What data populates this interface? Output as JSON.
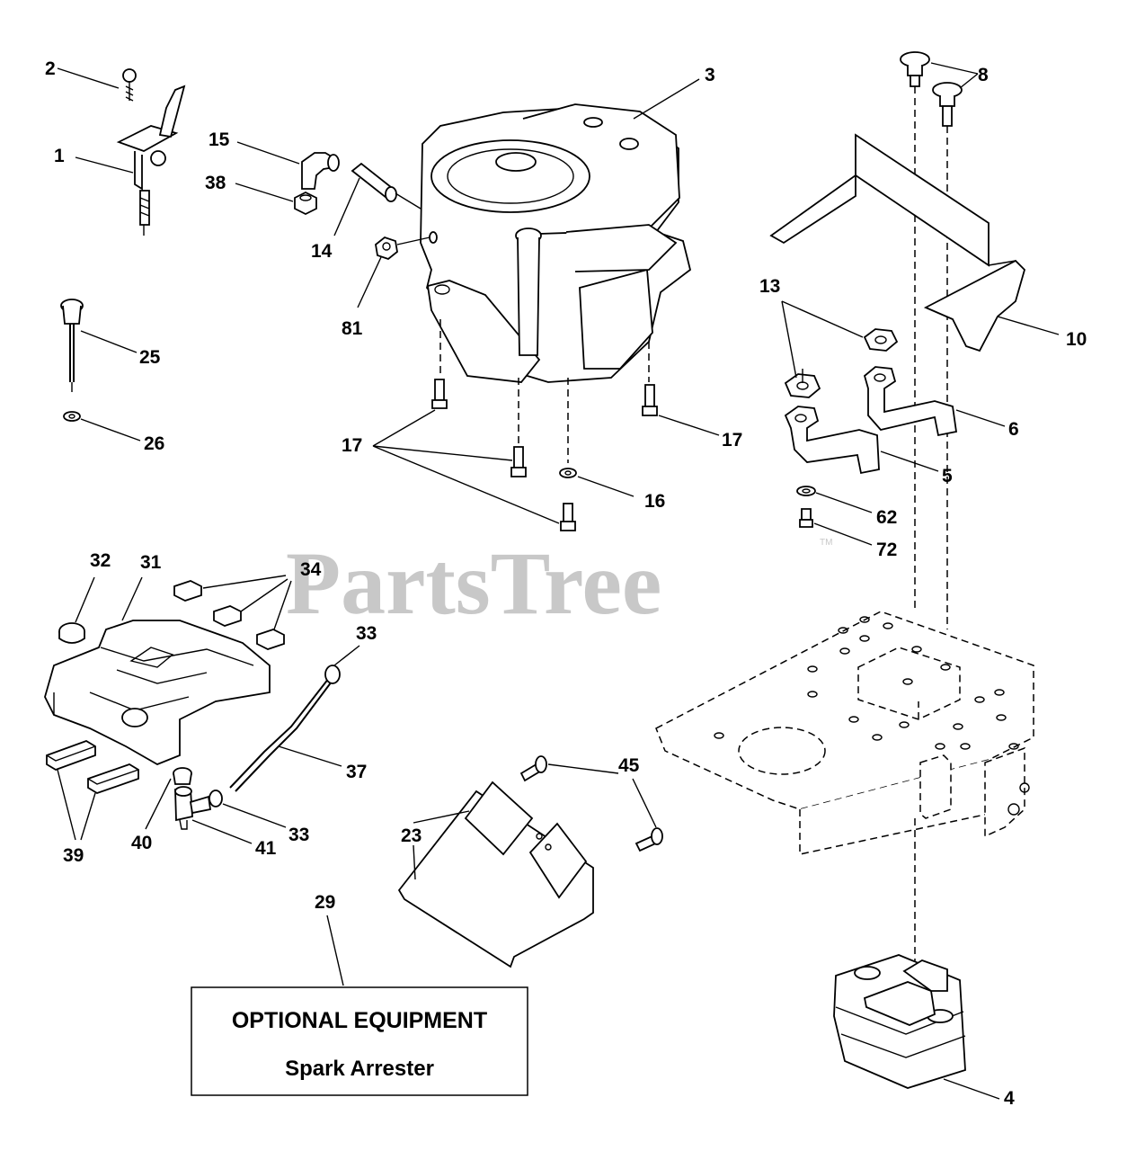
{
  "watermark": {
    "text": "PartsTree",
    "tm": "TM"
  },
  "optional_box": {
    "title": "OPTIONAL EQUIPMENT",
    "subtitle": "Spark Arrester"
  },
  "callouts": {
    "c1": "1",
    "c2": "2",
    "c3": "3",
    "c4": "4",
    "c5": "5",
    "c6": "6",
    "c8": "8",
    "c10": "10",
    "c13": "13",
    "c14": "14",
    "c15": "15",
    "c16": "16",
    "c17a": "17",
    "c17b": "17",
    "c23": "23",
    "c25": "25",
    "c26": "26",
    "c29": "29",
    "c31": "31",
    "c32": "32",
    "c33a": "33",
    "c33b": "33",
    "c34": "34",
    "c37": "37",
    "c38": "38",
    "c39": "39",
    "c40": "40",
    "c41": "41",
    "c45": "45",
    "c62": "62",
    "c72": "72",
    "c81": "81"
  }
}
